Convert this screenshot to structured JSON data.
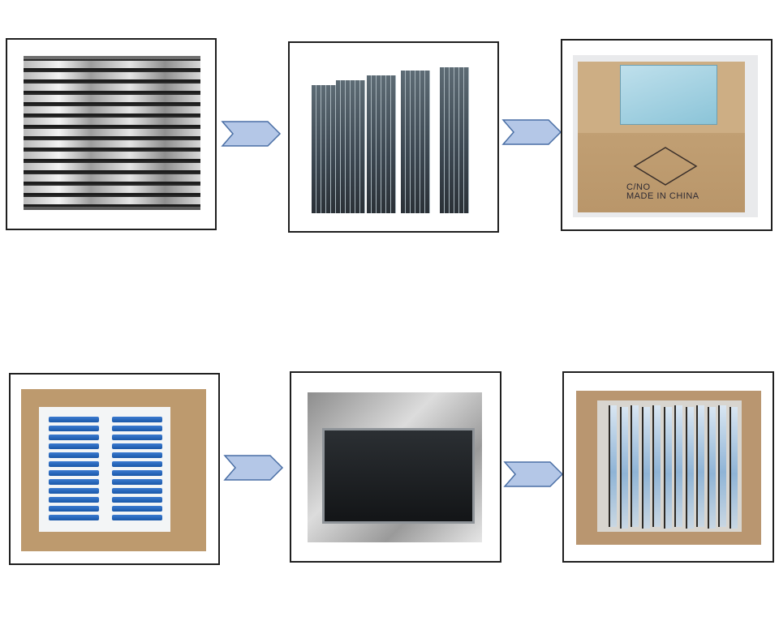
{
  "carton_markings": {
    "line1": "C/NO",
    "line2": "MADE IN CHINA"
  },
  "steps": [
    {
      "name": "foil-wrapped-panel-stack"
    },
    {
      "name": "panels-standing-on-edge"
    },
    {
      "name": "sealed-carton-box"
    },
    {
      "name": "box-with-foam-and-blue-trays"
    },
    {
      "name": "panel-in-antistatic-foil"
    },
    {
      "name": "box-with-panels-upright"
    }
  ],
  "colors": {
    "frame_border": "#1f1f1f",
    "arrow_fill": "#b4c7e7",
    "arrow_stroke": "#4a6fa5",
    "cardboard": "#c8a77b",
    "panel_blue": "#8fb4d6"
  },
  "icons": {
    "flow_arrow": "chevron-right-arrow"
  }
}
